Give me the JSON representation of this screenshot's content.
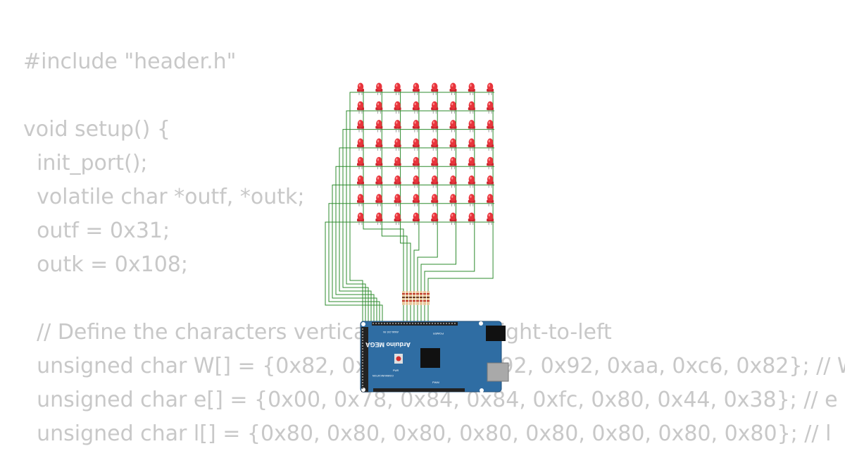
{
  "code_lines": [
    "#include \"header.h\"",
    "",
    "void setup() {",
    "  init_port();",
    "  volatile char *outf, *outk;",
    "  outf = 0x31;",
    "  outk = 0x108;",
    "",
    "  // Define the characters vertically, reading right-to-left",
    "  unsigned char W[] = {0x82, 0x82, 0x82, 0x92, 0x92, 0xaa, 0xc6, 0x82}; // W",
    "  unsigned char e[] = {0x00, 0x78, 0x84, 0x84, 0xfc, 0x80, 0x44, 0x38}; // e",
    "  unsigned char l[] = {0x80, 0x80, 0x80, 0x80, 0x80, 0x80, 0x80, 0x80}; // l"
  ],
  "led_matrix": {
    "rows": 8,
    "cols": 8,
    "led_color": "#e8343c",
    "wire_color": "#2e8b2e"
  },
  "resistor_count": 8,
  "board": {
    "name": "Arduino MEGA",
    "color": "#2f6da3",
    "label_analog": "ANALOG IN",
    "label_power": "POWER",
    "label_pwm": "PWM",
    "label_communication": "COMMUNICATION",
    "label_pwrled": "PWR"
  }
}
